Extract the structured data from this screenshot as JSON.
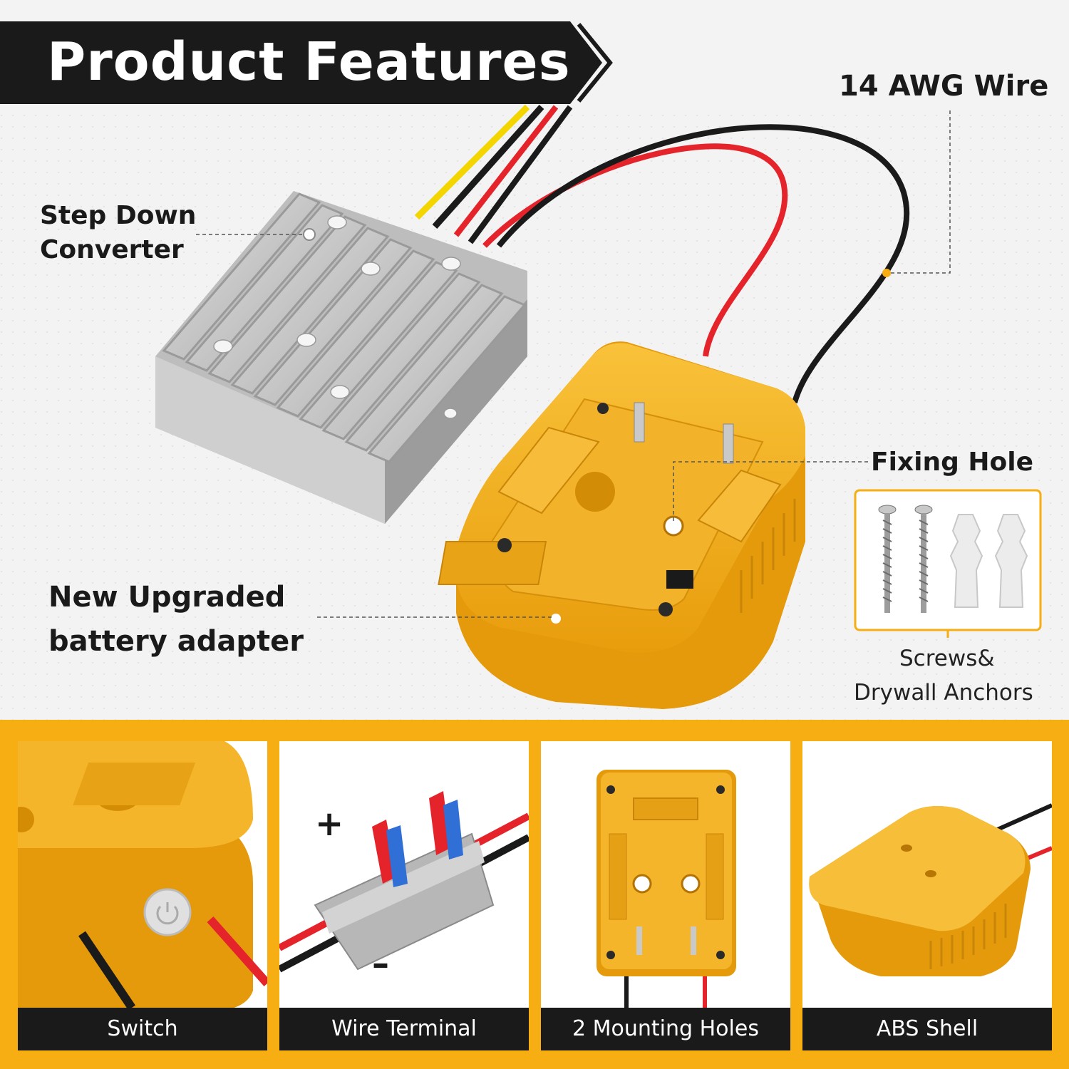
{
  "banner": {
    "title": "Product Features"
  },
  "callouts": {
    "wire": "14 AWG Wire",
    "converter_line1": "Step Down",
    "converter_line2": "Converter",
    "fixing_hole": "Fixing Hole",
    "adapter_line1": "New Upgraded",
    "adapter_line2": "battery adapter",
    "screws_line1": "Screws&",
    "screws_line2": "Drywall Anchors"
  },
  "panels": [
    {
      "label": "Switch"
    },
    {
      "label": "Wire Terminal",
      "plus": "+",
      "minus": "–"
    },
    {
      "label": "2 Mounting Holes"
    },
    {
      "label": "ABS Shell"
    }
  ],
  "colors": {
    "banner_bg": "#1a1a1a",
    "accent_yellow": "#f6ae13",
    "adapter_yellow": "#f5b21c",
    "wire_red": "#e4232a",
    "wire_black": "#1a1a1a",
    "wire_yellow": "#f3d500"
  }
}
